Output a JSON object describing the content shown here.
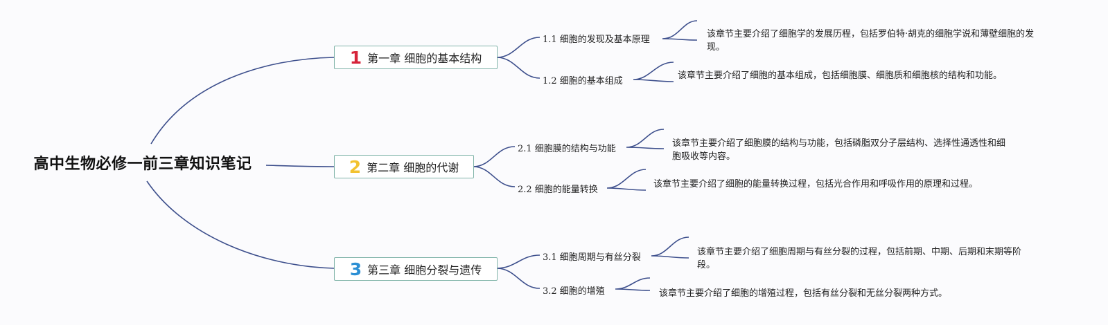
{
  "title": "高中生物必修一前三章知识笔记",
  "colors": {
    "line": "#3d4f8c",
    "chapter_border": "#7fb3a8",
    "num1": "#d6243a",
    "num2": "#f2c230",
    "num3": "#2b8fd4"
  },
  "chapters": [
    {
      "num": "1",
      "label": "第一章 细胞的基本结构",
      "sections": [
        {
          "num": "1.1",
          "label": "细胞的发现及基本原理",
          "desc": "该章节主要介绍了细胞学的发展历程，包括罗伯特·胡克的细胞学说和薄壁细胞的发现。"
        },
        {
          "num": "1.2",
          "label": "细胞的基本组成",
          "desc": "该章节主要介绍了细胞的基本组成，包括细胞膜、细胞质和细胞核的结构和功能。"
        }
      ]
    },
    {
      "num": "2",
      "label": "第二章 细胞的代谢",
      "sections": [
        {
          "num": "2.1",
          "label": "细胞膜的结构与功能",
          "desc": "该章节主要介绍了细胞膜的结构与功能，包括磷脂双分子层结构、选择性通透性和细胞吸收等内容。"
        },
        {
          "num": "2.2",
          "label": "细胞的能量转换",
          "desc": "该章节主要介绍了细胞的能量转换过程，包括光合作用和呼吸作用的原理和过程。"
        }
      ]
    },
    {
      "num": "3",
      "label": "第三章 细胞分裂与遗传",
      "sections": [
        {
          "num": "3.1",
          "label": "细胞周期与有丝分裂",
          "desc": "该章节主要介绍了细胞周期与有丝分裂的过程，包括前期、中期、后期和末期等阶段。"
        },
        {
          "num": "3.2",
          "label": "细胞的增殖",
          "desc": "该章节主要介绍了细胞的增殖过程，包括有丝分裂和无丝分裂两种方式。"
        }
      ]
    }
  ]
}
